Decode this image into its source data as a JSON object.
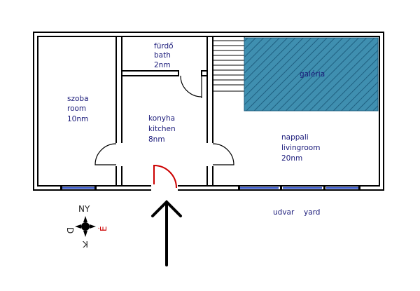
{
  "rooms": {
    "bathroom": {
      "hu": "fürdő",
      "en": "bath",
      "area": "2nm"
    },
    "room": {
      "hu": "szoba",
      "en": "room",
      "area": "10nm"
    },
    "kitchen": {
      "hu": "konyha",
      "en": "kitchen",
      "area": "8nm"
    },
    "gallery": {
      "hu": "galéria"
    },
    "livingroom": {
      "hu": "nappali",
      "en": "livingroom",
      "area": "20nm"
    }
  },
  "outside": {
    "hu": "udvar",
    "en": "yard"
  },
  "compass": {
    "north": "NY",
    "south": "K",
    "west": "D",
    "east": "É"
  },
  "colors": {
    "wall": "#000000",
    "wall_fill": "#ffffff",
    "window": "#3355cc",
    "gallery_fill": "#3f8fb0",
    "entry_door": "#cc0000",
    "label": "#1a1a7a",
    "compass_east": "#cc0000"
  }
}
